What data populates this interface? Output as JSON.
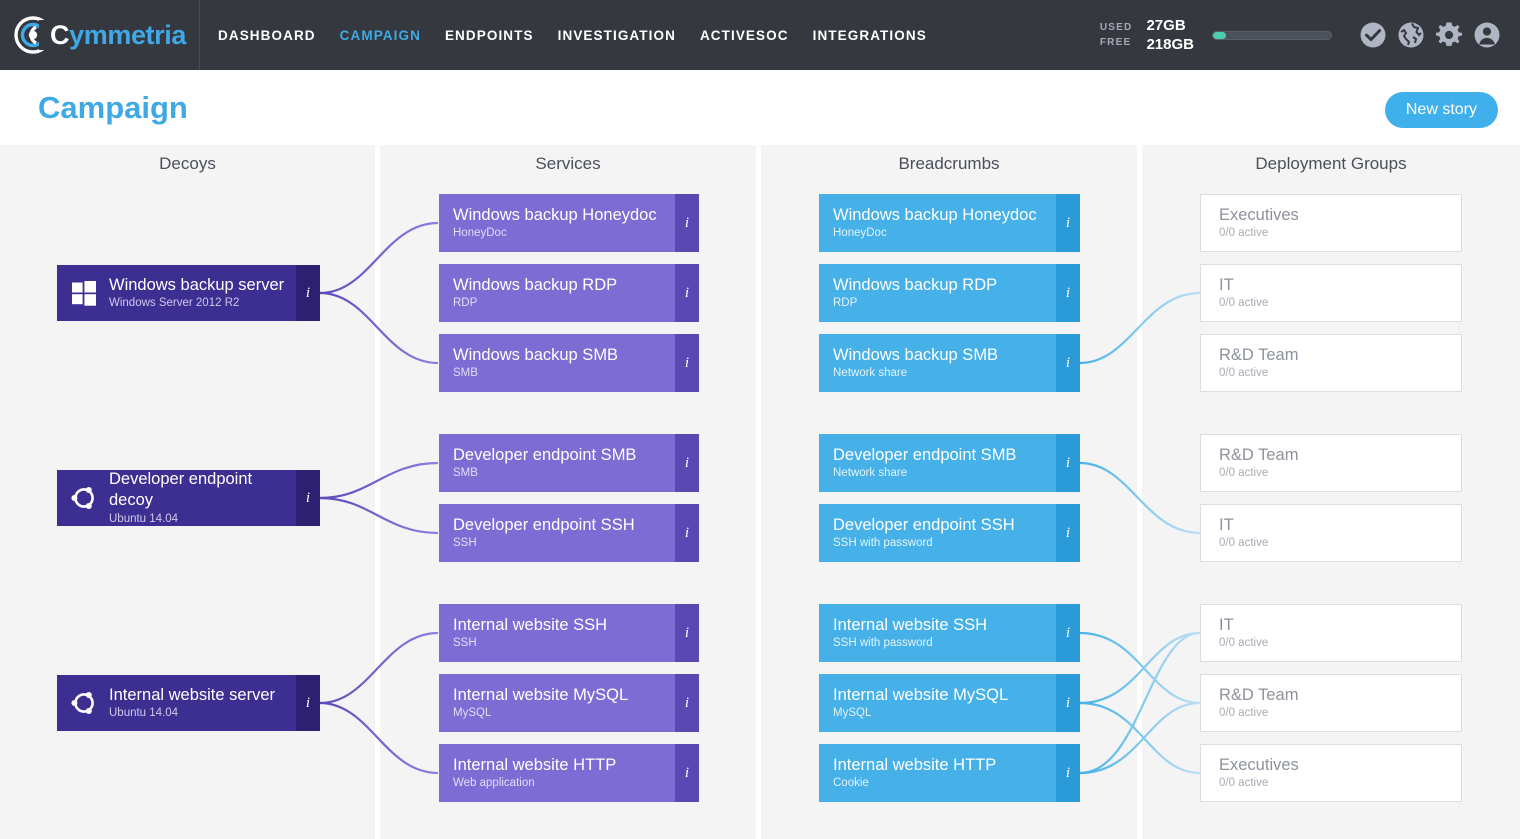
{
  "brand": {
    "name_part1": "C",
    "name_part2": "ymmetria",
    "logo_icon": "cymmetria-target-icon"
  },
  "nav": {
    "items": [
      {
        "label": "DASHBOARD",
        "active": false
      },
      {
        "label": "CAMPAIGN",
        "active": true
      },
      {
        "label": "ENDPOINTS",
        "active": false
      },
      {
        "label": "INVESTIGATION",
        "active": false
      },
      {
        "label": "ACTIVESOC",
        "active": false
      },
      {
        "label": "INTEGRATIONS",
        "active": false
      }
    ]
  },
  "storage": {
    "used_label": "USED",
    "free_label": "FREE",
    "used_value": "27GB",
    "free_value": "218GB",
    "bar_percent": 11,
    "bar_color": "#4ecdb0"
  },
  "header_icons": [
    {
      "name": "check-circle-icon"
    },
    {
      "name": "globe-icon"
    },
    {
      "name": "gear-icon"
    },
    {
      "name": "user-account-icon"
    }
  ],
  "page": {
    "title": "Campaign",
    "title_color": "#3fa9e5"
  },
  "actions": {
    "new_story": "New story"
  },
  "columns": [
    {
      "key": "decoys",
      "title": "Decoys"
    },
    {
      "key": "services",
      "title": "Services"
    },
    {
      "key": "breadcrumbs",
      "title": "Breadcrumbs"
    },
    {
      "key": "groups",
      "title": "Deployment Groups"
    }
  ],
  "decoys": [
    {
      "title": "Windows backup server",
      "sub": "Windows Server 2012 R2",
      "icon": "windows-logo-icon",
      "info": "i"
    },
    {
      "title": "Developer endpoint decoy",
      "sub": "Ubuntu 14.04",
      "icon": "ubuntu-logo-icon",
      "info": "i"
    },
    {
      "title": "Internal website server",
      "sub": "Ubuntu 14.04",
      "icon": "ubuntu-logo-icon",
      "info": "i"
    }
  ],
  "services": [
    {
      "title": "Windows backup Honeydoc",
      "sub": "HoneyDoc",
      "info": "i"
    },
    {
      "title": "Windows backup RDP",
      "sub": "RDP",
      "info": "i"
    },
    {
      "title": "Windows backup SMB",
      "sub": "SMB",
      "info": "i"
    },
    {
      "title": "Developer endpoint SMB",
      "sub": "SMB",
      "info": "i"
    },
    {
      "title": "Developer endpoint SSH",
      "sub": "SSH",
      "info": "i"
    },
    {
      "title": "Internal website SSH",
      "sub": "SSH",
      "info": "i"
    },
    {
      "title": "Internal website MySQL",
      "sub": "MySQL",
      "info": "i"
    },
    {
      "title": "Internal website HTTP",
      "sub": "Web application",
      "info": "i"
    }
  ],
  "breadcrumbs": [
    {
      "title": "Windows backup Honeydoc",
      "sub": "HoneyDoc",
      "info": "i"
    },
    {
      "title": "Windows backup RDP",
      "sub": "RDP",
      "info": "i"
    },
    {
      "title": "Windows backup SMB",
      "sub": "Network share",
      "info": "i"
    },
    {
      "title": "Developer endpoint SMB",
      "sub": "Network share",
      "info": "i"
    },
    {
      "title": "Developer endpoint SSH",
      "sub": "SSH with password",
      "info": "i"
    },
    {
      "title": "Internal website SSH",
      "sub": "SSH with password",
      "info": "i"
    },
    {
      "title": "Internal website MySQL",
      "sub": "MySQL",
      "info": "i"
    },
    {
      "title": "Internal website HTTP",
      "sub": "Cookie",
      "info": "i"
    }
  ],
  "groups": [
    {
      "title": "Executives",
      "sub": "0/0 active"
    },
    {
      "title": "IT",
      "sub": "0/0 active"
    },
    {
      "title": "R&D Team",
      "sub": "0/0 active"
    },
    {
      "title": "R&D Team",
      "sub": "0/0 active"
    },
    {
      "title": "IT",
      "sub": "0/0 active"
    },
    {
      "title": "IT",
      "sub": "0/0 active"
    },
    {
      "title": "R&D Team",
      "sub": "0/0 active"
    },
    {
      "title": "Executives",
      "sub": "0/0 active"
    }
  ],
  "palette": {
    "decoy": "#3c2f91",
    "service": "#7c6cd4",
    "breadcrumb": "#45b1e8",
    "group_border": "#dcdee3",
    "column_bg": "#f4f4f5",
    "topbar": "#35383f"
  }
}
